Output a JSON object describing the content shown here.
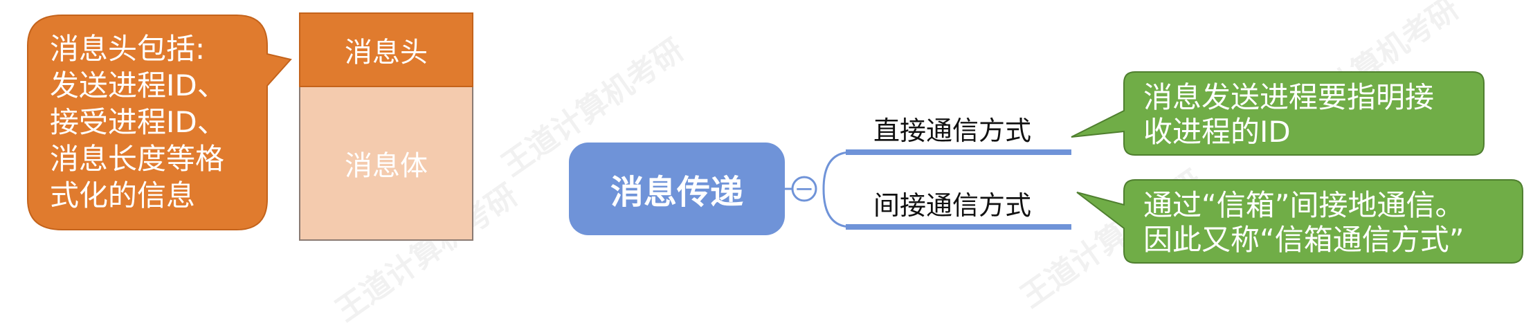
{
  "callout": {
    "lines": [
      "消息头包括:",
      "发送进程ID、",
      "接受进程ID、",
      "消息长度等格",
      "式化的信息"
    ]
  },
  "message_box": {
    "header": "消息头",
    "body": "消息体"
  },
  "mindmap": {
    "root": "消息传递",
    "collapse_symbol": "−",
    "branches": [
      {
        "label": "直接通信方式",
        "note_lines": [
          "消息发送进程要指明接",
          "收进程的ID"
        ]
      },
      {
        "label": "间接通信方式",
        "note_lines": [
          "通过“信箱”间接地通信。",
          "因此又称“信箱通信方式”"
        ]
      }
    ]
  },
  "watermark": {
    "text": "王道计算机考研"
  },
  "colors": {
    "callout_orange": "#e07b2e",
    "body_peach": "#f4cbae",
    "root_blue": "#6f93d8",
    "note_green": "#70ad47",
    "branch_line": "#6f93d8"
  }
}
